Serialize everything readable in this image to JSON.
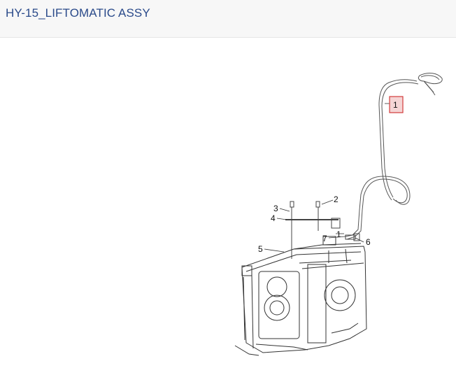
{
  "header": {
    "title": "HY-15_LIFTOMATIC ASSY"
  },
  "diagram": {
    "callouts": [
      {
        "label": "1",
        "highlighted": true
      },
      {
        "label": "2"
      },
      {
        "label": "3"
      },
      {
        "label": "4"
      },
      {
        "label": "5"
      },
      {
        "label": "6"
      },
      {
        "label": "7"
      },
      {
        "label": "1"
      }
    ],
    "colors": {
      "highlight_border": "#d23b3b",
      "highlight_fill": "#f5d5d5",
      "title": "#2a4a8a"
    }
  }
}
